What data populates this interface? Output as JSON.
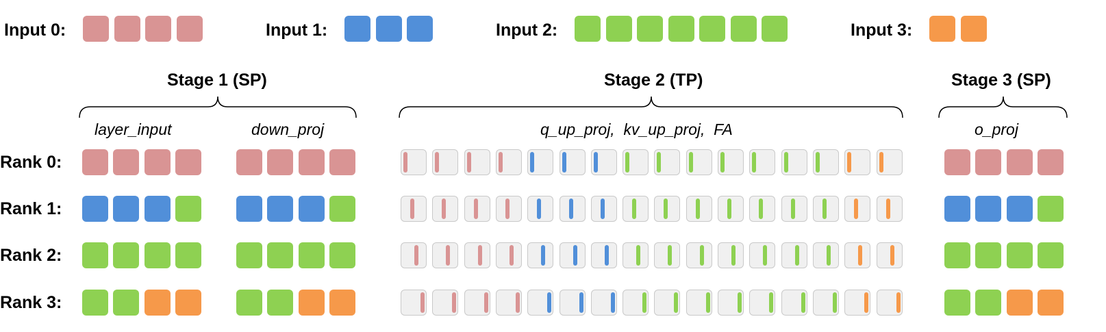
{
  "colors": {
    "input0": "#d99494",
    "input1": "#518fd9",
    "input2": "#8ed152",
    "input3": "#f6994a",
    "cell_bg": "#f0f0f0",
    "cell_border": "#c9c9c9"
  },
  "inputs": [
    {
      "label": "Input 0:",
      "color_key": "input0",
      "count": 4
    },
    {
      "label": "Input 1:",
      "color_key": "input1",
      "count": 3
    },
    {
      "label": "Input 2:",
      "color_key": "input2",
      "count": 7
    },
    {
      "label": "Input 3:",
      "color_key": "input3",
      "count": 2
    }
  ],
  "stages": [
    {
      "title": "Stage 1 (SP)",
      "sublabels": [
        "layer_input",
        "down_proj"
      ]
    },
    {
      "title": "Stage 2 (TP)",
      "sublabels": [
        "q_up_proj,  kv_up_proj,  FA"
      ]
    },
    {
      "title": "Stage 3 (SP)",
      "sublabels": [
        "o_proj"
      ]
    }
  ],
  "ranks": [
    {
      "label": "Rank 0:",
      "sp_colors": [
        "input0",
        "input0",
        "input0",
        "input0"
      ]
    },
    {
      "label": "Rank 1:",
      "sp_colors": [
        "input1",
        "input1",
        "input1",
        "input2"
      ]
    },
    {
      "label": "Rank 2:",
      "sp_colors": [
        "input2",
        "input2",
        "input2",
        "input2"
      ]
    },
    {
      "label": "Rank 3:",
      "sp_colors": [
        "input2",
        "input2",
        "input3",
        "input3"
      ]
    }
  ],
  "tp_tokens": [
    "input0",
    "input0",
    "input0",
    "input0",
    "input1",
    "input1",
    "input1",
    "input2",
    "input2",
    "input2",
    "input2",
    "input2",
    "input2",
    "input2",
    "input3",
    "input3"
  ]
}
